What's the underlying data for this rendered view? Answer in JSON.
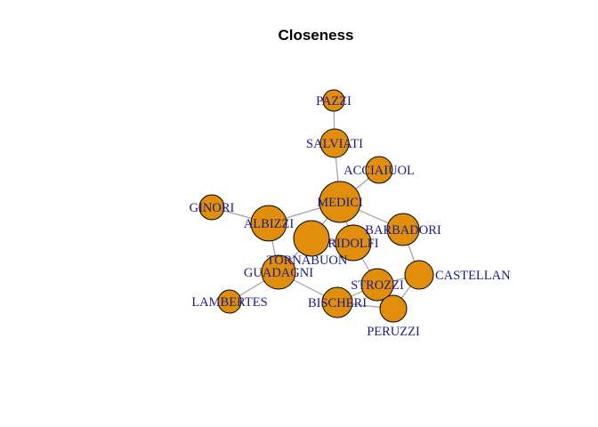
{
  "title": "Closeness",
  "colors": {
    "node_fill": "#E08E0B",
    "node_stroke": "#000000",
    "edge": "#A0A0A0",
    "label": "#1A1A8C"
  },
  "nodes": [
    {
      "id": "PAZZI",
      "label": "PAZZI",
      "closeness": 0.29
    },
    {
      "id": "SALVIATI",
      "label": "SALVIATI",
      "closeness": 0.39
    },
    {
      "id": "ACCIAIUOL",
      "label": "ACCIAIUOL",
      "closeness": 0.37
    },
    {
      "id": "MEDICI",
      "label": "MEDICI",
      "closeness": 0.56
    },
    {
      "id": "GINORI",
      "label": "GINORI",
      "closeness": 0.33
    },
    {
      "id": "ALBIZZI",
      "label": "ALBIZZI",
      "closeness": 0.48
    },
    {
      "id": "TORNABUON",
      "label": "TORNABUON",
      "closeness": 0.48
    },
    {
      "id": "RIDOLFI",
      "label": "RIDOLFI",
      "closeness": 0.5
    },
    {
      "id": "BARBADORI",
      "label": "BARBADORI",
      "closeness": 0.44
    },
    {
      "id": "GUADAGNI",
      "label": "GUADAGNI",
      "closeness": 0.47
    },
    {
      "id": "CASTELLAN",
      "label": "CASTELLAN",
      "closeness": 0.39
    },
    {
      "id": "STROZZI",
      "label": "STROZZI",
      "closeness": 0.44
    },
    {
      "id": "LAMBERTES",
      "label": "LAMBERTES",
      "closeness": 0.33
    },
    {
      "id": "BISCHERI",
      "label": "BISCHERI",
      "closeness": 0.4
    },
    {
      "id": "PERUZZI",
      "label": "PERUZZI",
      "closeness": 0.37
    }
  ],
  "edges": [
    [
      "ACCIAIUOL",
      "MEDICI"
    ],
    [
      "ALBIZZI",
      "GINORI"
    ],
    [
      "ALBIZZI",
      "GUADAGNI"
    ],
    [
      "ALBIZZI",
      "MEDICI"
    ],
    [
      "BARBADORI",
      "CASTELLAN"
    ],
    [
      "BARBADORI",
      "MEDICI"
    ],
    [
      "BISCHERI",
      "GUADAGNI"
    ],
    [
      "BISCHERI",
      "PERUZZI"
    ],
    [
      "BISCHERI",
      "STROZZI"
    ],
    [
      "CASTELLAN",
      "PERUZZI"
    ],
    [
      "CASTELLAN",
      "STROZZI"
    ],
    [
      "GUADAGNI",
      "LAMBERTES"
    ],
    [
      "GUADAGNI",
      "TORNABUON"
    ],
    [
      "MEDICI",
      "RIDOLFI"
    ],
    [
      "MEDICI",
      "SALVIATI"
    ],
    [
      "MEDICI",
      "TORNABUON"
    ],
    [
      "PERUZZI",
      "STROZZI"
    ],
    [
      "RIDOLFI",
      "STROZZI"
    ],
    [
      "RIDOLFI",
      "TORNABUON"
    ],
    [
      "SALVIATI",
      "PAZZI"
    ]
  ]
}
